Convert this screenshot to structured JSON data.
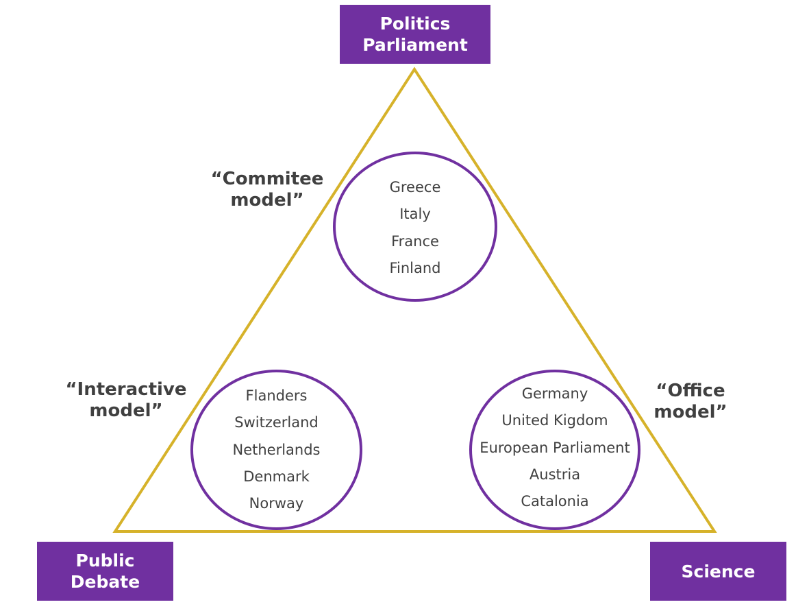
{
  "colors": {
    "accent_purple": "#7030a0",
    "triangle_gold": "#d6b22a",
    "text_gray": "#404040",
    "box_text": "#ffffff"
  },
  "corners": {
    "top": [
      "Politics",
      "Parliament"
    ],
    "bottom_left": [
      "Public",
      "Debate"
    ],
    "bottom_right": [
      "Science"
    ]
  },
  "models": {
    "committee": [
      "“Commitee",
      "model”"
    ],
    "interactive": [
      "“Interactive",
      "model”"
    ],
    "office": [
      "“Office",
      "model”"
    ]
  },
  "clusters": {
    "committee": [
      "Greece",
      "Italy",
      "France",
      "Finland"
    ],
    "interactive": [
      "Flanders",
      "Switzerland",
      "Netherlands",
      "Denmark",
      "Norway"
    ],
    "office": [
      "Germany",
      "United Kigdom",
      "European Parliament",
      "Austria",
      "Catalonia"
    ]
  }
}
